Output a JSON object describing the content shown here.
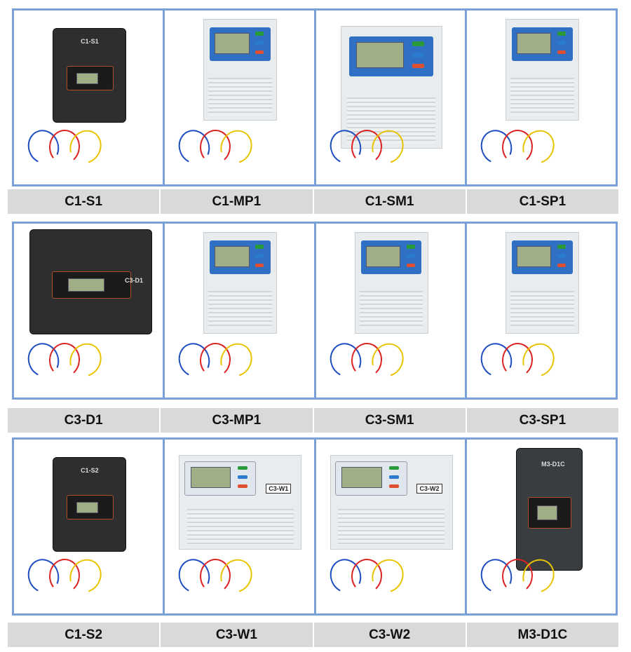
{
  "rows": [
    {
      "products": [
        {
          "name": "C1-S1",
          "device_label": "C1-S1",
          "variant": "dark-small"
        },
        {
          "name": "C1-MP1",
          "variant": "white-blue-top"
        },
        {
          "name": "C1-SM1",
          "variant": "white-blue-wide"
        },
        {
          "name": "C1-SP1",
          "variant": "white-blue-right"
        }
      ]
    },
    {
      "products": [
        {
          "name": "C3-D1",
          "device_label": "C3-D1",
          "variant": "dark-wide"
        },
        {
          "name": "C3-MP1",
          "variant": "white-blue-top"
        },
        {
          "name": "C3-SM1",
          "variant": "white-blue-right"
        },
        {
          "name": "C3-SP1",
          "variant": "white-blue-right"
        }
      ]
    },
    {
      "products": [
        {
          "name": "C1-S2",
          "device_label": "C1-S2",
          "variant": "dark-small"
        },
        {
          "name": "C3-W1",
          "device_label": "C3-W1",
          "variant": "white-wide"
        },
        {
          "name": "C3-W2",
          "device_label": "C3-W2",
          "variant": "white-wide"
        },
        {
          "name": "M3-D1C",
          "device_label": "M3-D1C",
          "variant": "dark-tall"
        }
      ]
    }
  ],
  "colors": {
    "border": "#7aa0d8",
    "label_bg": "#d9d9d9",
    "panel_blue": "#2f6fc4"
  }
}
